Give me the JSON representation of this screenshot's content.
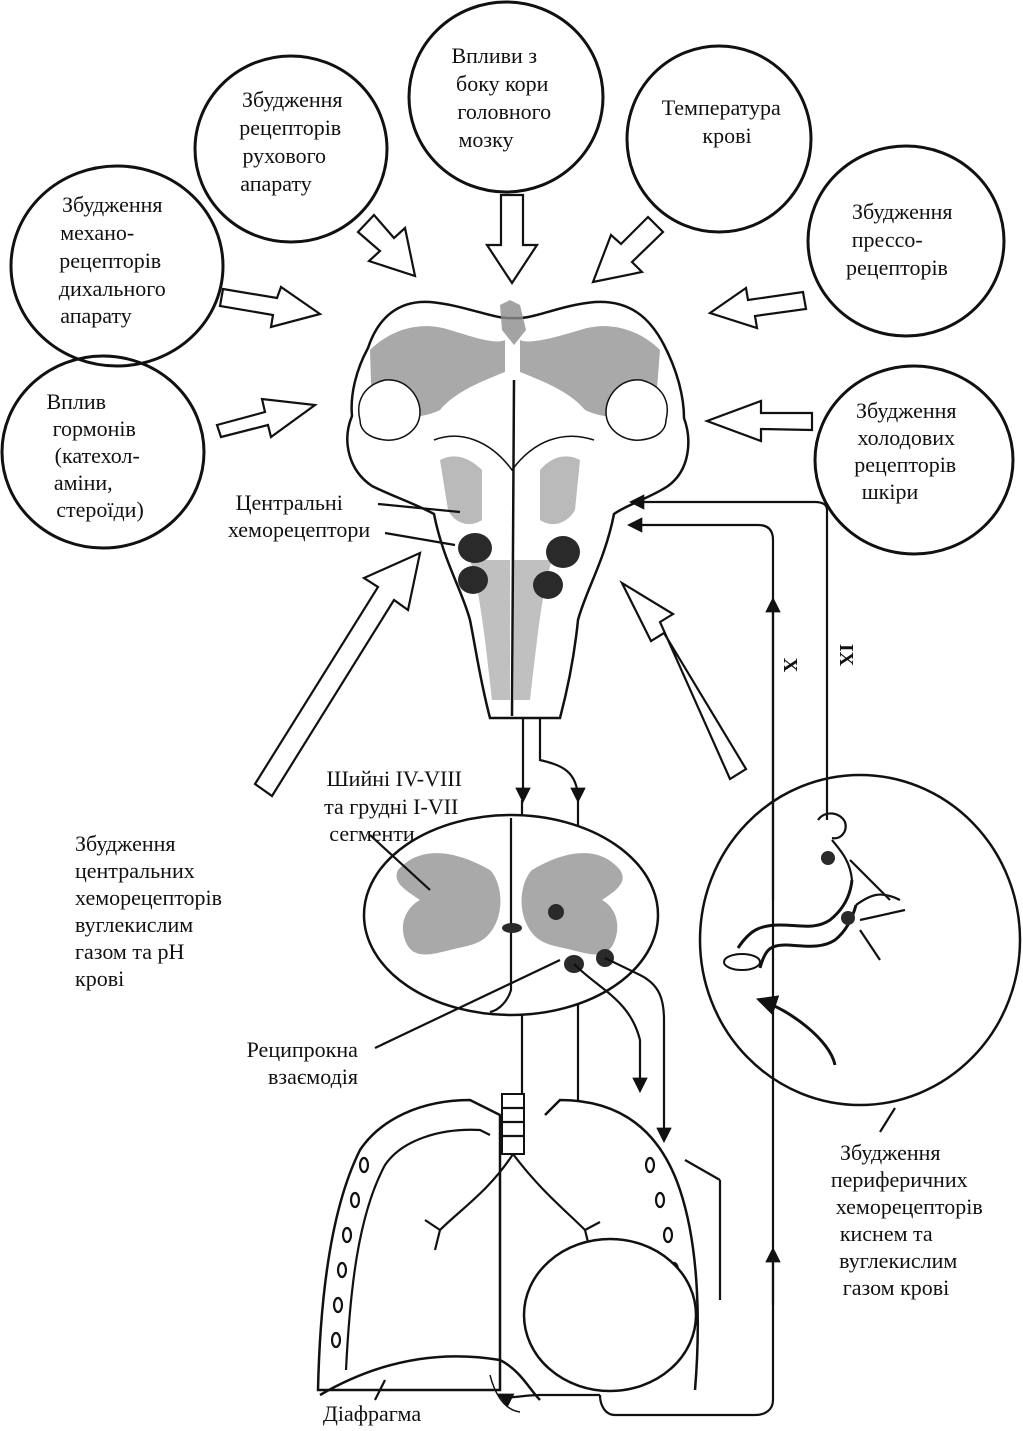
{
  "bubbles": {
    "motor": [
      "Збудження",
      "рецепторів",
      "рухового",
      "апарату"
    ],
    "cortex": [
      "Впливи з",
      "боку кори",
      "головного",
      "мозку"
    ],
    "temperature": [
      "Температура",
      "крові"
    ],
    "mechano": [
      "Збудження",
      "механо-",
      "рецепторів",
      "дихального",
      "апарату"
    ],
    "presso": [
      "Збудження",
      "прессо-",
      "рецепторів"
    ],
    "hormones": [
      "Вплив",
      "гормонів",
      "(катехол-",
      "аміни,",
      "стероїди)"
    ],
    "cold": [
      "Збудження",
      "холодових",
      "рецепторів",
      "шкіри"
    ]
  },
  "labels": {
    "central_chemo": [
      "Центральні",
      "хеморецептори"
    ],
    "segments": [
      "Шийні IV-VIII",
      "та грудні I-VII",
      "сегменти"
    ],
    "central_excitation": [
      "Збудження",
      "центральних",
      "хеморецепторів",
      "вуглекислим",
      "газом  та рН",
      "крові"
    ],
    "reciprocal": [
      "Реципрокна",
      "взаємодія"
    ],
    "peripheral": [
      "Збудження",
      "периферичних",
      "хеморецепторів",
      "киснем та",
      "вуглекислим",
      "газом крові"
    ],
    "diaphragm": "Діафрагма"
  },
  "nerves": {
    "x": "X",
    "ix": "IX"
  }
}
